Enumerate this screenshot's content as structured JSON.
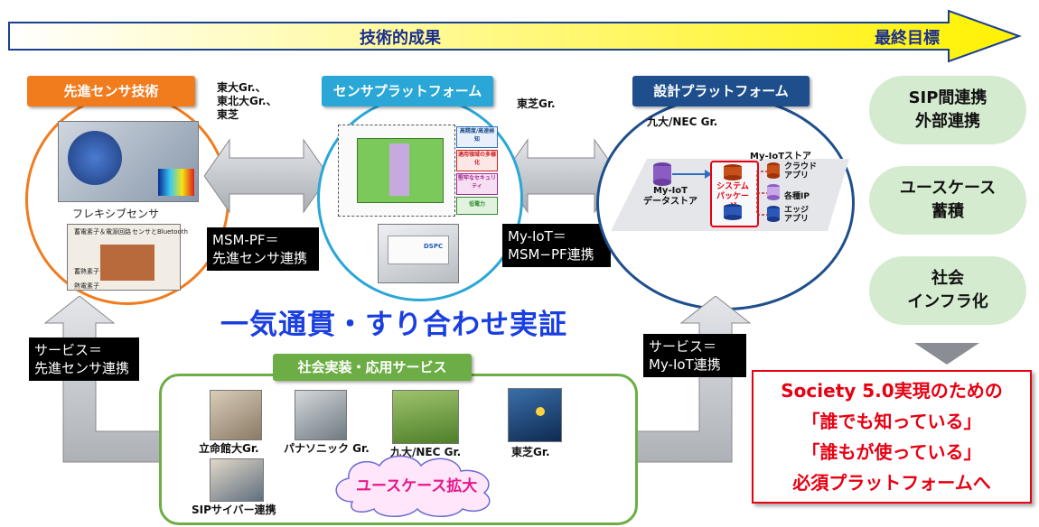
{
  "arrow_banner": {
    "left_label": "技術的成果",
    "right_label": "最終目標"
  },
  "platforms": [
    {
      "title": "先進センサ技術",
      "groups": [
        "東大Gr.、",
        "東北大Gr.、",
        "東芝"
      ],
      "caption": "フレキシブセンサ",
      "board_labels": [
        "蓄電素子＆電源回路",
        "センサとBluetooth",
        "蓄熱素子",
        "熱電素子"
      ]
    },
    {
      "title": "センサプラットフォーム",
      "groups": [
        "東芝Gr."
      ],
      "tags": [
        "高精度/高速検知",
        "適用領域の多様化",
        "堅牢なセキュリティ",
        "低電力"
      ],
      "device_label": "DSPC"
    },
    {
      "title": "設計プラットフォーム",
      "groups": [
        "九大/NEC Gr."
      ],
      "store_title": "My-IoTストア",
      "datastore_label": [
        "My-IoT",
        "データストア"
      ],
      "package_label": [
        "システム",
        "パッケージ"
      ],
      "store_items": [
        [
          "クラウド",
          "アプリ"
        ],
        [
          "各種IP"
        ],
        [
          "エッジ",
          "アプリ"
        ]
      ]
    }
  ],
  "links": {
    "msm_pf": [
      "MSM-PF＝",
      "先進センサ連携"
    ],
    "my_iot": [
      "My-IoT＝",
      "MSM−PF連携"
    ],
    "service_left": [
      "サービス＝",
      "先進センサ連携"
    ],
    "service_right": [
      "サービス＝",
      "My-IoT連携"
    ]
  },
  "headline": "一気通貫・すり合わせ実証",
  "social": {
    "title": "社会実装・応用サービス",
    "groups": [
      "立命館大Gr.",
      "パナソニック Gr.",
      "九大/NEC Gr.",
      "東芝Gr.",
      "SIPサイバー連携"
    ],
    "cloud_label": "ユースケース拡大"
  },
  "goals": [
    [
      "SIP間連携",
      "外部連携"
    ],
    [
      "ユースケース",
      "蓄積"
    ],
    [
      "社会",
      "インフラ化"
    ]
  ],
  "final_box": [
    "Society 5.0実現のための",
    "「誰でも知っている」",
    "「誰もが使っている」",
    "必須プラットフォームへ"
  ],
  "colors": {
    "orange": "#f07c1e",
    "cyan": "#2aa7d6",
    "navy": "#1e4f8c",
    "green": "#6cae45",
    "red": "#e60012",
    "headline": "#1a3fe0"
  }
}
